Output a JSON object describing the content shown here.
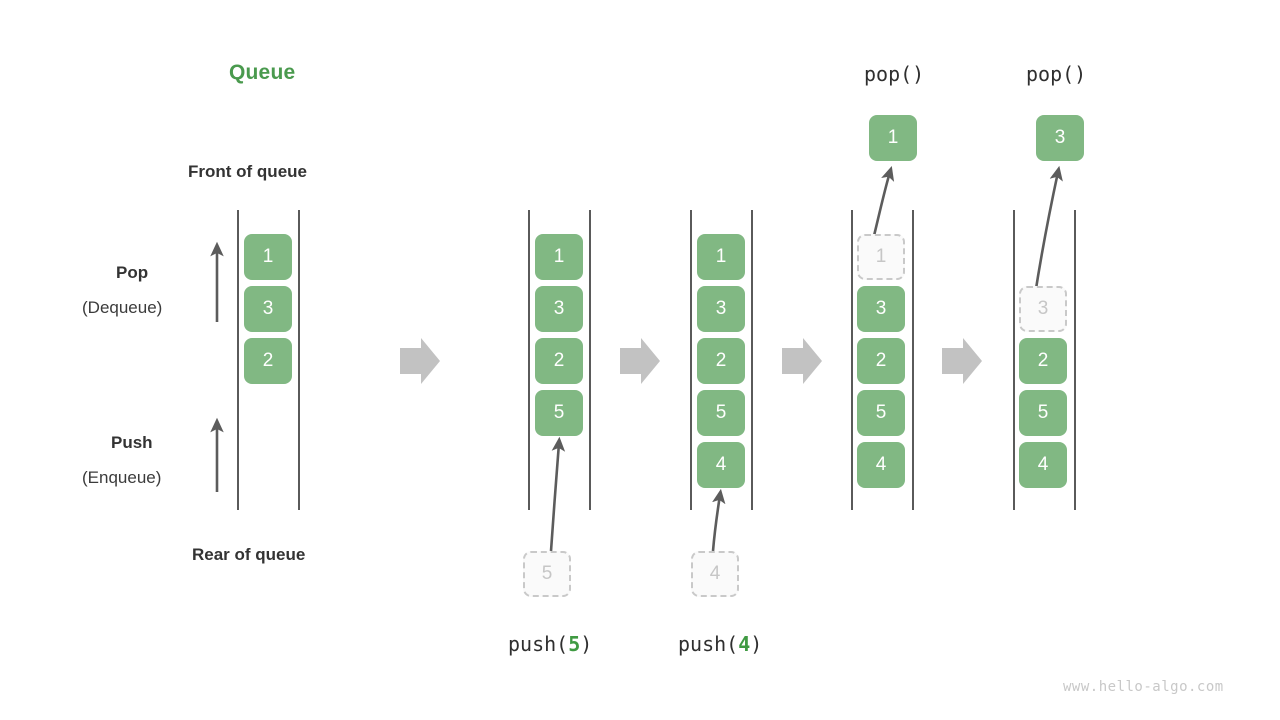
{
  "meta": {
    "title": "Queue",
    "watermark": "www.hello-algo.com",
    "accent_green": "#4a9a4e",
    "cell_green": "#81b883",
    "ghost_gray": "#c6c6c6",
    "arrow_gray": "#c0c0c0",
    "rail_gray": "#5a5a5a"
  },
  "annotations": {
    "front_of_queue": "Front of queue",
    "rear_of_queue": "Rear of queue",
    "pop_label": "Pop",
    "pop_sublabel": "(Dequeue)",
    "push_label": "Push",
    "push_sublabel": "(Enqueue)"
  },
  "operations": {
    "push_prefix": "push(",
    "pop_text": "pop()",
    "paren_close": ")"
  },
  "columns": [
    {
      "id": "initial",
      "caption": "",
      "cells": [
        {
          "value": "1",
          "state": "filled"
        },
        {
          "value": "3",
          "state": "filled"
        },
        {
          "value": "2",
          "state": "filled"
        }
      ],
      "incoming": null,
      "popped": null
    },
    {
      "id": "after-push-5",
      "caption": "push(5)",
      "caption_arg": "5",
      "cells": [
        {
          "value": "1",
          "state": "filled"
        },
        {
          "value": "3",
          "state": "filled"
        },
        {
          "value": "2",
          "state": "filled"
        },
        {
          "value": "5",
          "state": "filled"
        }
      ],
      "incoming": {
        "value": "5",
        "state": "ghost"
      },
      "popped": null
    },
    {
      "id": "after-push-4",
      "caption": "push(4)",
      "caption_arg": "4",
      "cells": [
        {
          "value": "1",
          "state": "filled"
        },
        {
          "value": "3",
          "state": "filled"
        },
        {
          "value": "2",
          "state": "filled"
        },
        {
          "value": "5",
          "state": "filled"
        },
        {
          "value": "4",
          "state": "filled"
        }
      ],
      "incoming": {
        "value": "4",
        "state": "ghost"
      },
      "popped": null
    },
    {
      "id": "after-pop-1",
      "caption": "pop()",
      "cells": [
        {
          "value": "1",
          "state": "ghost"
        },
        {
          "value": "3",
          "state": "filled"
        },
        {
          "value": "2",
          "state": "filled"
        },
        {
          "value": "5",
          "state": "filled"
        },
        {
          "value": "4",
          "state": "filled"
        }
      ],
      "incoming": null,
      "popped": {
        "value": "1",
        "state": "filled"
      }
    },
    {
      "id": "after-pop-3",
      "caption": "pop()",
      "cells": [
        {
          "value": "",
          "state": "empty"
        },
        {
          "value": "3",
          "state": "ghost"
        },
        {
          "value": "2",
          "state": "filled"
        },
        {
          "value": "5",
          "state": "filled"
        },
        {
          "value": "4",
          "state": "filled"
        }
      ],
      "incoming": null,
      "popped": {
        "value": "3",
        "state": "filled"
      }
    }
  ]
}
